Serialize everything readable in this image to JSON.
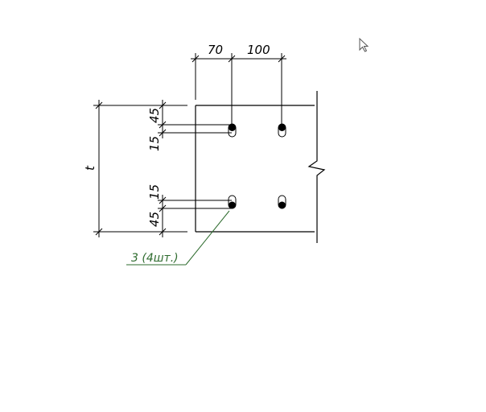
{
  "dimensions": {
    "top_left": "70",
    "top_right": "100",
    "left_top_45": "45",
    "left_top_15": "15",
    "left_bottom_15": "15",
    "left_bottom_45": "45",
    "overall": "t"
  },
  "callout": {
    "label": "3 (4шт.)"
  },
  "colors": {
    "line": "#000000",
    "callout": "#2e6b2e",
    "background": "#ffffff"
  },
  "icons": {
    "cursor": "mouse-pointer-icon"
  }
}
